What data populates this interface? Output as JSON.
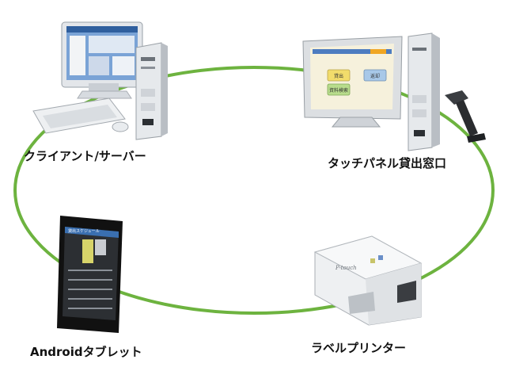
{
  "colors": {
    "ring": "#6db33f",
    "background": "#ffffff",
    "label_text": "#111111",
    "device_body": "#e9ecef",
    "device_shadow": "#b9bec4",
    "screen_blue": "#7aa3d6",
    "screen_cream": "#f6f1dc",
    "tablet_black": "#111111"
  },
  "nodes": [
    {
      "id": "client-server",
      "label": "クライアント/サーバー",
      "icon": "desktop-pc-icon"
    },
    {
      "id": "touch-panel",
      "label": "タッチパネル貸出窓口",
      "icon": "touch-panel-pos-icon"
    },
    {
      "id": "android-tablet",
      "label": "Androidタブレット",
      "icon": "android-tablet-icon"
    },
    {
      "id": "label-printer",
      "label": "ラベルプリンター",
      "icon": "label-printer-icon"
    }
  ],
  "touch_screen": {
    "buttons": [
      "貸出",
      "返却",
      "資料検索"
    ]
  },
  "tablet_screen": {
    "header": "貸出スケジュール"
  },
  "printer": {
    "brand": "P-touch"
  }
}
